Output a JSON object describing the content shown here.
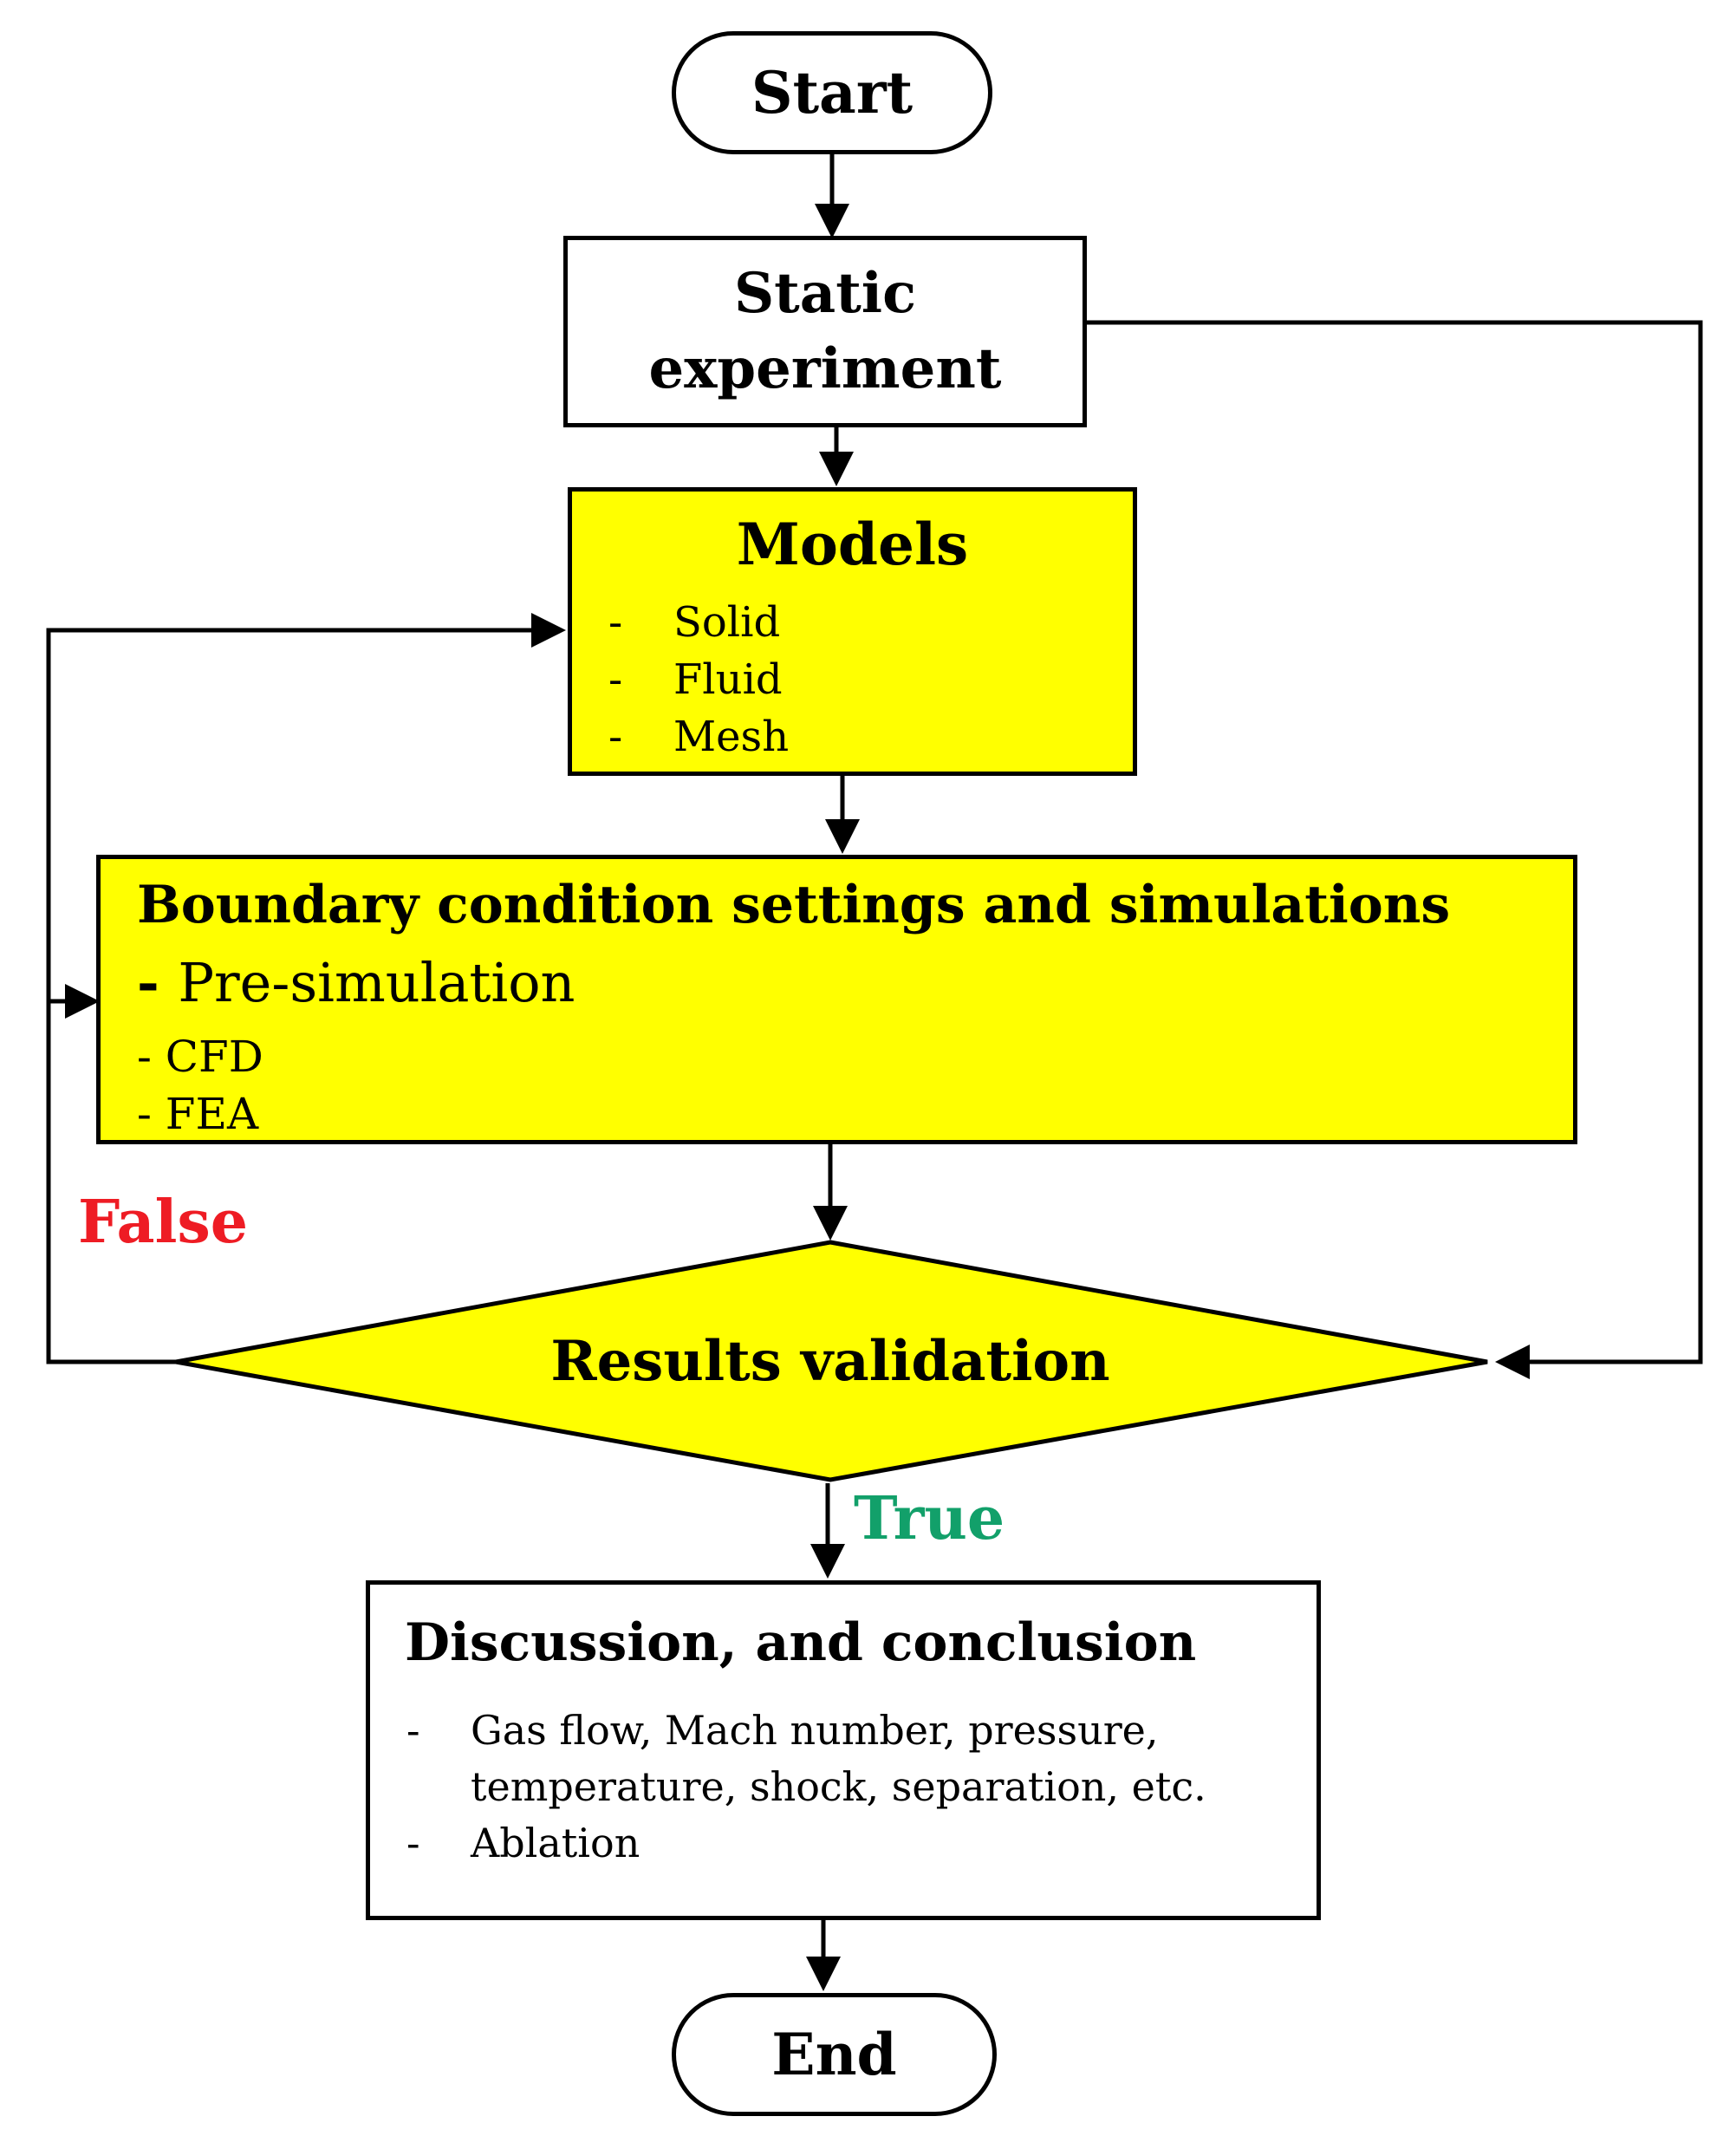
{
  "colors": {
    "stroke": "#000000",
    "highlight": "#ffff00",
    "false_label": "#ee1c24",
    "true_label": "#12a06a",
    "background": "#ffffff"
  },
  "start": {
    "label": "Start"
  },
  "static_experiment": {
    "line1": "Static",
    "line2": "experiment"
  },
  "models": {
    "title": "Models",
    "items": [
      {
        "dash": "-",
        "text": "Solid"
      },
      {
        "dash": "-",
        "text": "Fluid"
      },
      {
        "dash": "-",
        "text": "Mesh"
      }
    ]
  },
  "boundary": {
    "title": "Boundary condition settings and simulations",
    "pre_dash": "- ",
    "pre_text": "Pre-simulation",
    "items": [
      "- CFD",
      "- FEA"
    ]
  },
  "decision": {
    "label": "Results validation"
  },
  "branch_labels": {
    "false": "False",
    "true": "True"
  },
  "discussion": {
    "title": "Discussion, and conclusion",
    "items": [
      {
        "dash": "-",
        "text": "Gas flow, Mach number, pressure, temperature, shock, separation, etc."
      },
      {
        "dash": "-",
        "text": "Ablation"
      }
    ]
  },
  "end": {
    "label": "End"
  }
}
